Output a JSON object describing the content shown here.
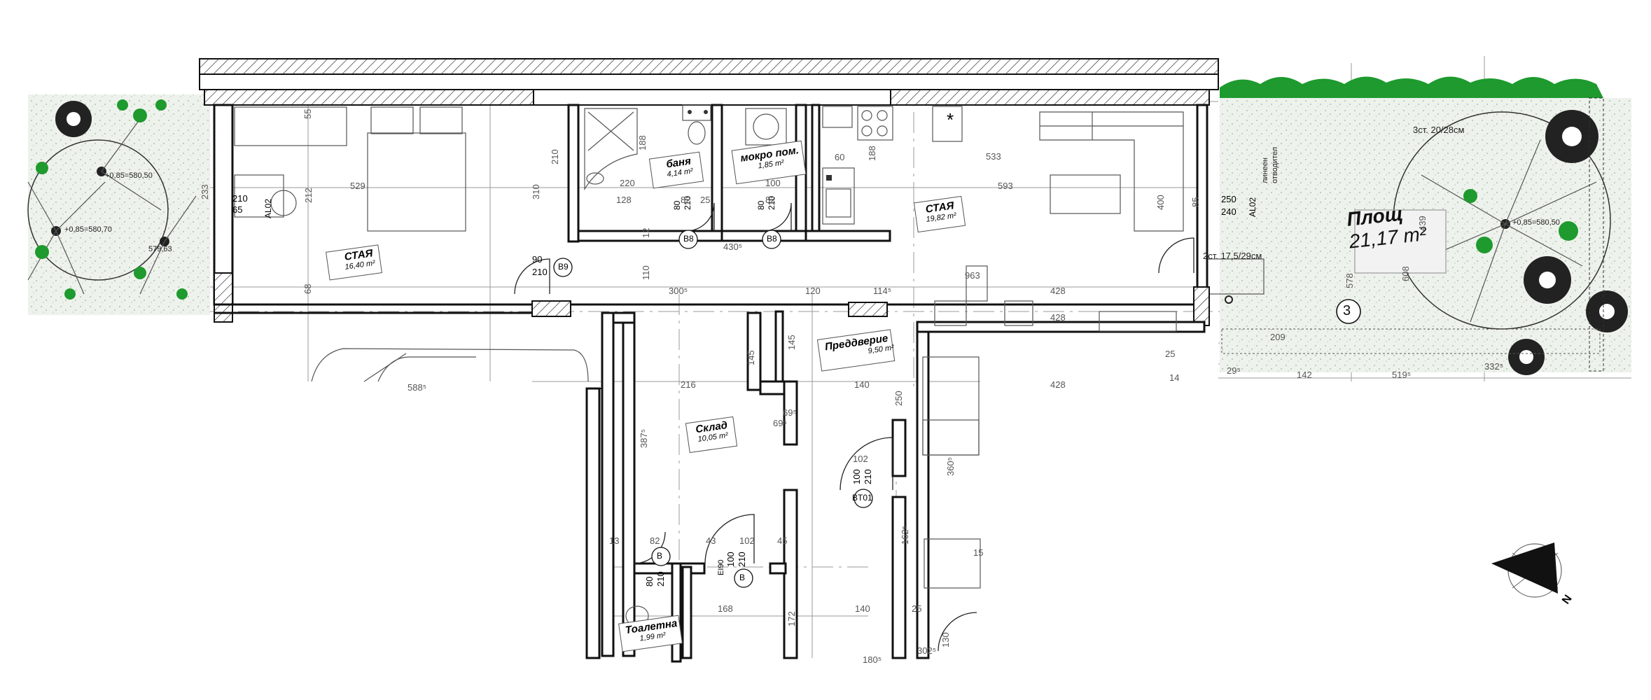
{
  "rooms": [
    {
      "name": "СТАЯ",
      "area": "16,40 m²"
    },
    {
      "name": "баня",
      "area": "4,14 m²"
    },
    {
      "name": "мокро пом.",
      "area": "1,85 m²"
    },
    {
      "name": "СТАЯ",
      "area": "19,82 m²"
    },
    {
      "name": "Преддверие",
      "area": "9,50 m²"
    },
    {
      "name": "Склад",
      "area": "10,05 m²"
    },
    {
      "name": "Тоалетна",
      "area": "1,99 m²"
    }
  ],
  "terrace": {
    "name": "Площ",
    "area": "21,17 m²"
  },
  "zone_marker": "3",
  "compass_letter": "N",
  "stairs": [
    "3ст. 20/28см",
    "2ст. 17,5/29см"
  ],
  "levels": [
    "+0,85=580,50",
    "+0,85=580,50",
    "+0,85=580,70",
    "579,63"
  ],
  "vertical_notes": [
    "линеен",
    "отводител"
  ],
  "doors": [
    {
      "tag": "B8",
      "w": "80",
      "h": "210"
    },
    {
      "tag": "B8",
      "w": "80",
      "h": "210"
    },
    {
      "tag": "B9",
      "w": "90",
      "h": "210"
    },
    {
      "tag": "BT01",
      "w": "100",
      "h": "210"
    },
    {
      "tag": "B",
      "w": "100",
      "h": "210"
    },
    {
      "tag": "B",
      "w": "80",
      "h": "210"
    }
  ],
  "window_tags": [
    {
      "tag": "AL02",
      "a": "210",
      "b": "65"
    },
    {
      "tag": "AL02",
      "a": "250",
      "b": "240"
    }
  ],
  "misc_labels": [
    "EI90",
    "*"
  ],
  "dimensions": [
    "529",
    "233",
    "212",
    "55",
    "68",
    "210",
    "310",
    "188",
    "220",
    "128",
    "82",
    "25",
    "100",
    "82",
    "60",
    "188",
    "533",
    "593",
    "400",
    "85",
    "12",
    "430⁵",
    "300⁵",
    "120",
    "114⁵",
    "963",
    "428",
    "428",
    "428",
    "110",
    "145",
    "145",
    "69⁵",
    "216",
    "140",
    "387⁵",
    "69⁵",
    "102",
    "13",
    "82",
    "43",
    "102",
    "45",
    "168",
    "140",
    "25",
    "15",
    "162⁵",
    "172",
    "180⁵",
    "302⁵",
    "130",
    "360⁵",
    "250",
    "14",
    "588⁵",
    "209",
    "142",
    "519⁵",
    "29⁵",
    "332⁵",
    "578",
    "608",
    "439",
    "25"
  ]
}
